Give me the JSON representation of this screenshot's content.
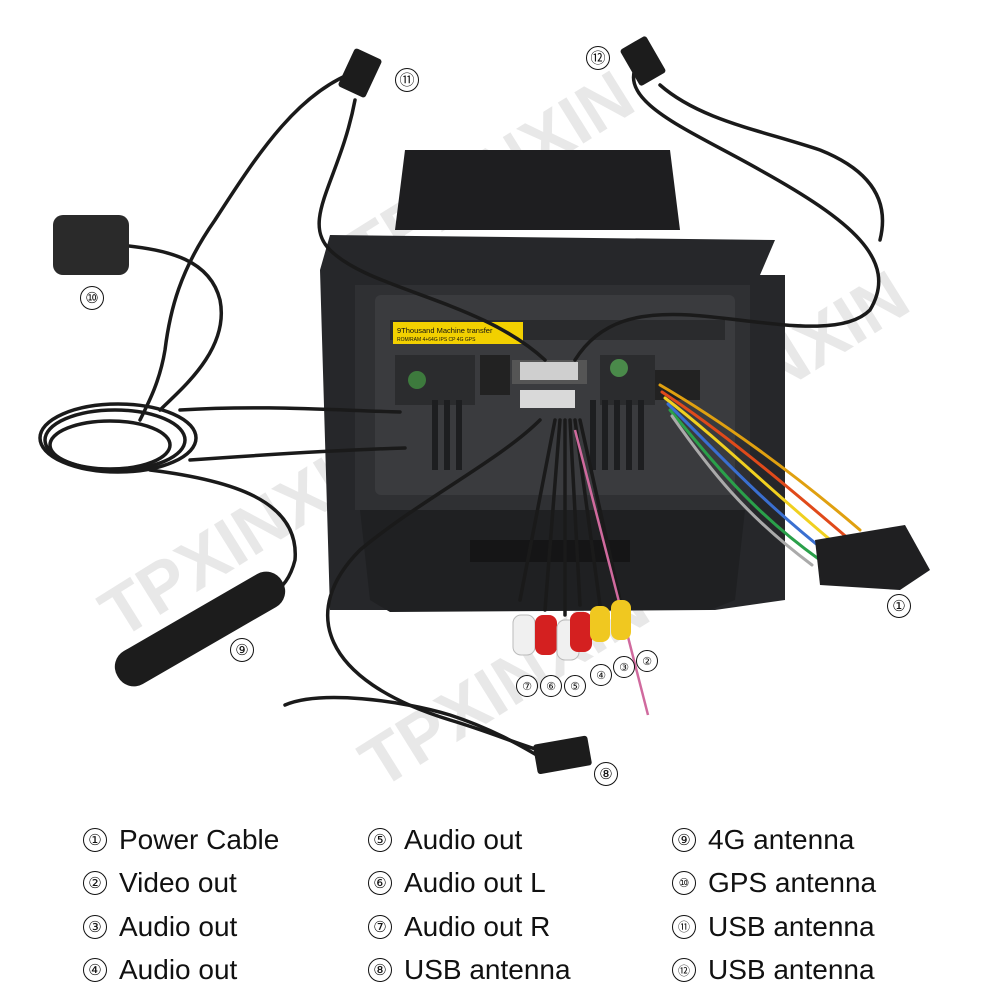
{
  "watermark": "TPXINXIN",
  "callouts": [
    {
      "num": "⑪"
    },
    {
      "num": "⑫"
    },
    {
      "num": "⑩"
    },
    {
      "num": "⑨"
    },
    {
      "num": "①"
    },
    {
      "num": "⑧"
    },
    {
      "num": "⑦"
    },
    {
      "num": "⑥"
    },
    {
      "num": "⑤"
    },
    {
      "num": "④"
    },
    {
      "num": "③"
    },
    {
      "num": "②"
    }
  ],
  "legend": {
    "col1": [
      {
        "num": "①",
        "label": "Power Cable"
      },
      {
        "num": "②",
        "label": "Video out"
      },
      {
        "num": "③",
        "label": "Audio out"
      },
      {
        "num": "④",
        "label": "Audio out"
      }
    ],
    "col2": [
      {
        "num": "⑤",
        "label": "Audio out"
      },
      {
        "num": "⑥",
        "label": "Audio out L"
      },
      {
        "num": "⑦",
        "label": "Audio out R"
      },
      {
        "num": "⑧",
        "label": "USB antenna"
      }
    ],
    "col3": [
      {
        "num": "⑨",
        "label": "4G antenna"
      },
      {
        "num": "⑩",
        "label": "GPS antenna"
      },
      {
        "num": "⑪",
        "label": "USB antenna"
      },
      {
        "num": "⑫",
        "label": "USB antenna"
      }
    ]
  },
  "device": {
    "sticker_title": "9Thousand Machine transfer",
    "sticker_sub": "ROM/RAM 4+64G IPS CP 4G GPS"
  }
}
